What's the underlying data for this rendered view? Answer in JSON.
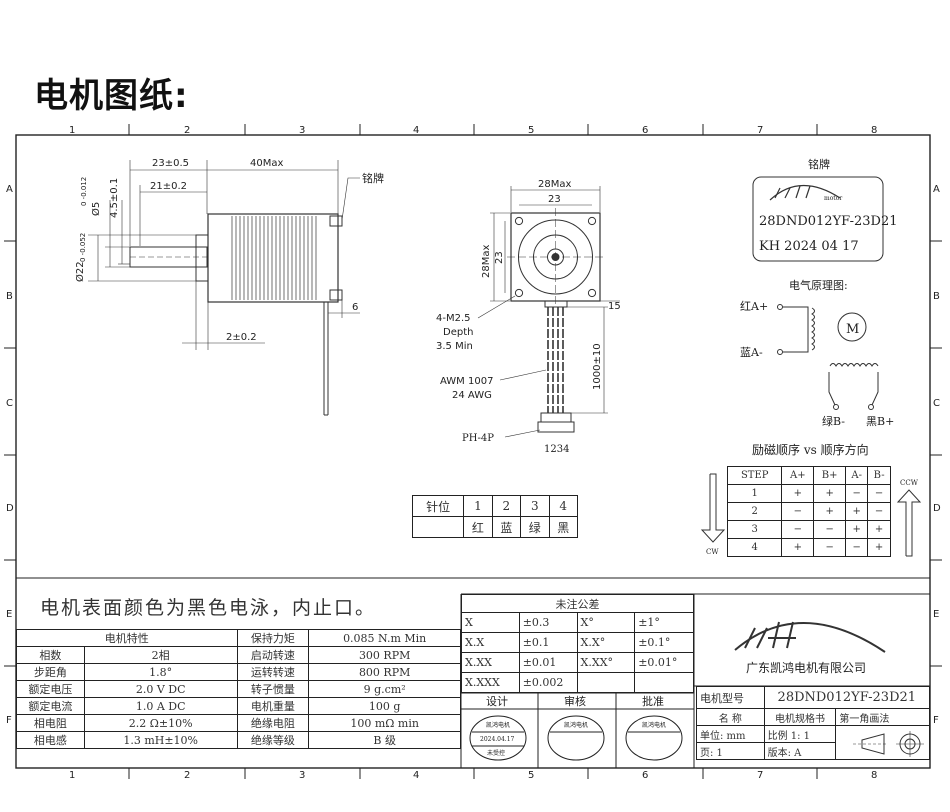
{
  "heading": "电机图纸:",
  "grid_cols": [
    "1",
    "2",
    "3",
    "4",
    "5",
    "6",
    "7",
    "8"
  ],
  "grid_rows": [
    "A",
    "B",
    "C",
    "D",
    "E",
    "F"
  ],
  "side_view": {
    "dim_23": "23±0.5",
    "dim_40": "40Max",
    "dim_21": "21±0.2",
    "dim_shaft": "Ø5",
    "dim_shaft_tol": "0 -0.012",
    "dim_flat": "4.5±0.1",
    "dim_boss": "Ø22",
    "dim_boss_tol": "0 -0.052",
    "dim_6": "6",
    "dim_2": "2±0.2",
    "nameplate_label": "铭牌"
  },
  "front_view": {
    "dim_28w": "28Max",
    "dim_23w": "23",
    "dim_28h": "28Max",
    "dim_23h": "23",
    "dim_15": "15",
    "dim_1000": "1000±10",
    "screw_note": [
      "4-M2.5",
      "Depth",
      "3.5 Min"
    ],
    "wire_note": [
      "AWM 1007",
      "24 AWG"
    ],
    "connector": "PH-4P",
    "pin_numbers": "1234"
  },
  "pins": {
    "header": "针位",
    "numbers": [
      "1",
      "2",
      "3",
      "4"
    ],
    "colors": [
      "红",
      "蓝",
      "绿",
      "黑"
    ]
  },
  "nameplate": {
    "title": "铭牌",
    "logo": "KH",
    "logo_sub": "motor",
    "model": "28DND012YF-23D21",
    "date": "KH 2024 04 17"
  },
  "schematic": {
    "title": "电气原理图:",
    "a_plus": "红A+",
    "a_minus": "蓝A-",
    "b_minus": "绿B-",
    "b_plus": "黑B+",
    "motor": "M"
  },
  "sequence": {
    "title": "励磁顺序 vs 顺序方向",
    "header": [
      "STEP",
      "A+",
      "B+",
      "A-",
      "B-"
    ],
    "rows": [
      [
        "1",
        "+",
        "+",
        "−",
        "−"
      ],
      [
        "2",
        "−",
        "+",
        "+",
        "−"
      ],
      [
        "3",
        "−",
        "−",
        "+",
        "+"
      ],
      [
        "4",
        "+",
        "−",
        "−",
        "+"
      ]
    ],
    "cw": "CW",
    "ccw": "CCW"
  },
  "surface_note": "电机表面颜色为黑色电泳，内止口。",
  "specs": [
    [
      "电机特性",
      "",
      "保持力矩",
      "0.085 N.m Min"
    ],
    [
      "相数",
      "2相",
      "启动转速",
      "300 RPM"
    ],
    [
      "步距角",
      "1.8°",
      "运转转速",
      "800 RPM"
    ],
    [
      "额定电压",
      "2.0 V DC",
      "转子惯量",
      "9 g.cm²"
    ],
    [
      "额定电流",
      "1.0 A DC",
      "电机重量",
      "100 g"
    ],
    [
      "相电阻",
      "2.2 Ω±10%",
      "绝缘电阻",
      "100 mΩ min"
    ],
    [
      "相电感",
      "1.3 mH±10%",
      "绝缘等级",
      "B 级"
    ]
  ],
  "tolerance": {
    "title": "未注公差",
    "rows": [
      [
        "X",
        "±0.3",
        "X°",
        "±1°"
      ],
      [
        "X.X",
        "±0.1",
        "X.X°",
        "±0.1°"
      ],
      [
        "X.XX",
        "±0.01",
        "X.XX°",
        "±0.01°"
      ],
      [
        "X.XXX",
        "±0.002",
        "",
        ""
      ]
    ]
  },
  "approval": {
    "labels": [
      "设计",
      "审核",
      "批准"
    ],
    "stamp_text": "凯鸿电机",
    "stamp_date": "2024.04.17",
    "stamp_sub": "未受控"
  },
  "company": {
    "logo": "KH",
    "name": "广东凯鸿电机有限公司"
  },
  "title_block": {
    "model_label": "电机型号",
    "model_value": "28DND012YF-23D21",
    "name_label": "名 称",
    "name_value": "电机规格书",
    "angle_label": "第一角画法",
    "unit": "单位: mm",
    "scale": "比例 1: 1",
    "page": "页: 1",
    "version": "版本: A"
  }
}
